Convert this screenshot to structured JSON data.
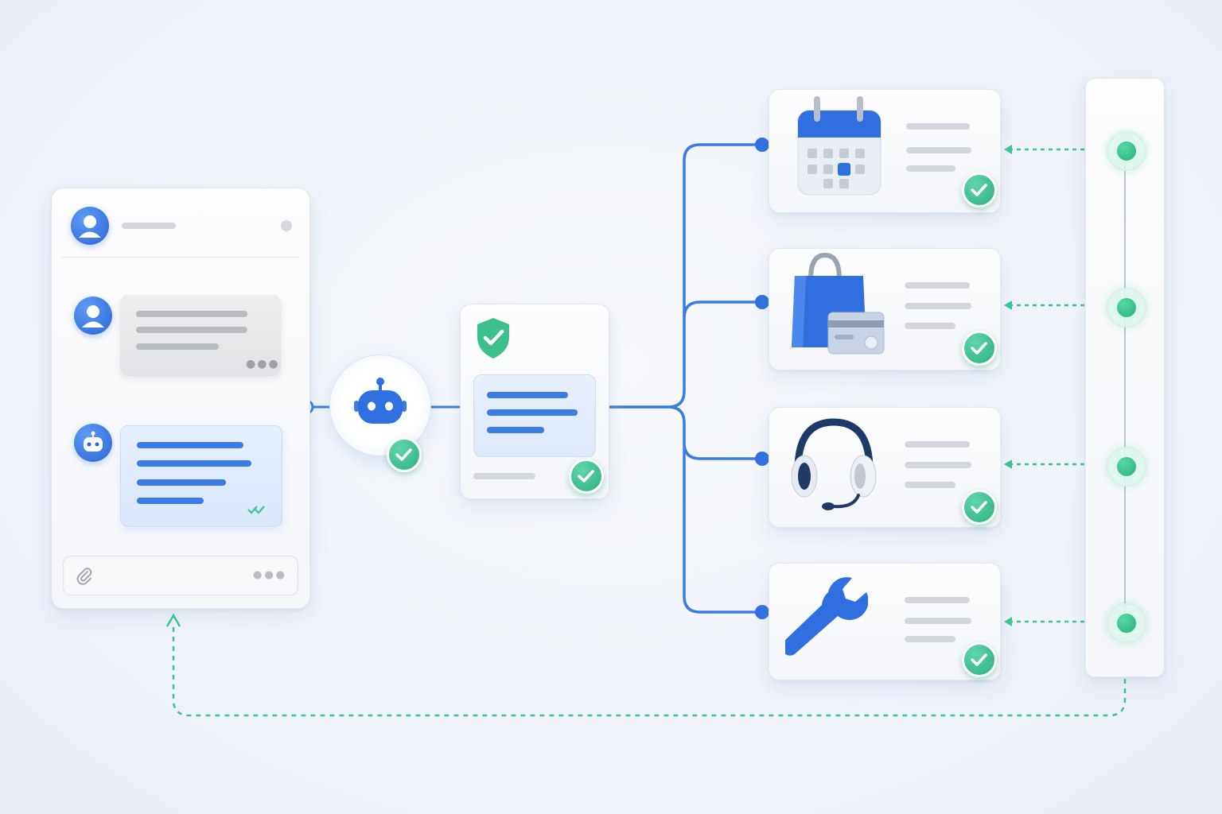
{
  "diagram": {
    "theme": {
      "background": "#eef2f9",
      "accent_blue": "#2f6fe0",
      "accent_green": "#2db57f",
      "card_white": "#f8f9fb",
      "placeholder_gray": "#d3d6dc"
    },
    "chat_panel": {
      "icons": [
        "user-avatar-icon",
        "user-avatar-icon",
        "robot-icon",
        "paperclip-icon",
        "ellipsis-icon",
        "double-check-icon"
      ],
      "messages": [
        {
          "from": "user",
          "style": "gray-bubble"
        },
        {
          "from": "bot",
          "style": "blue-bubble",
          "status": "read"
        }
      ]
    },
    "bot_hub": {
      "icon": "robot-icon",
      "status": "verified"
    },
    "verification_card": {
      "icon": "shield-check-icon",
      "status": "verified"
    },
    "services": [
      {
        "icon": "calendar-icon",
        "status": "verified"
      },
      {
        "icon": "shopping-bag-credit-card-icon",
        "status": "verified"
      },
      {
        "icon": "headset-icon",
        "status": "verified"
      },
      {
        "icon": "wrench-icon",
        "status": "verified"
      }
    ],
    "sync_rail": {
      "nodes": 4,
      "connector_style": "dashed-green",
      "loops_back_to": "chat_panel"
    }
  }
}
